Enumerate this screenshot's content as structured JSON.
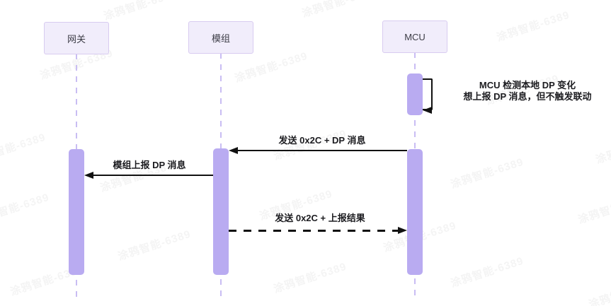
{
  "diagram": {
    "type": "sequence",
    "actors": [
      {
        "label": "网关"
      },
      {
        "label": "模组"
      },
      {
        "label": "MCU"
      }
    ],
    "messages": [
      {
        "kind": "self",
        "from": "MCU",
        "to": "MCU",
        "lines": [
          "MCU 检测本地 DP 变化",
          "想上报 DP 消息，但不触发联动"
        ]
      },
      {
        "kind": "solid-arrow",
        "from": "MCU",
        "to": "模组",
        "label": "发送 0x2C + DP 消息"
      },
      {
        "kind": "solid-arrow",
        "from": "模组",
        "to": "网关",
        "label": "模组上报 DP 消息"
      },
      {
        "kind": "dashed-arrow",
        "from": "模组",
        "to": "MCU",
        "label": "发送 0x2C + 上报结果"
      }
    ]
  },
  "watermark": {
    "text": "涂鸦智能-6389"
  },
  "colors": {
    "actor_fill": "#f1edfb",
    "actor_border": "#d8cbf0",
    "activation": "#b9abf1",
    "lifeline": "#c9bdf3",
    "arrow": "#111111",
    "watermark": "rgba(60,60,70,0.06)"
  }
}
